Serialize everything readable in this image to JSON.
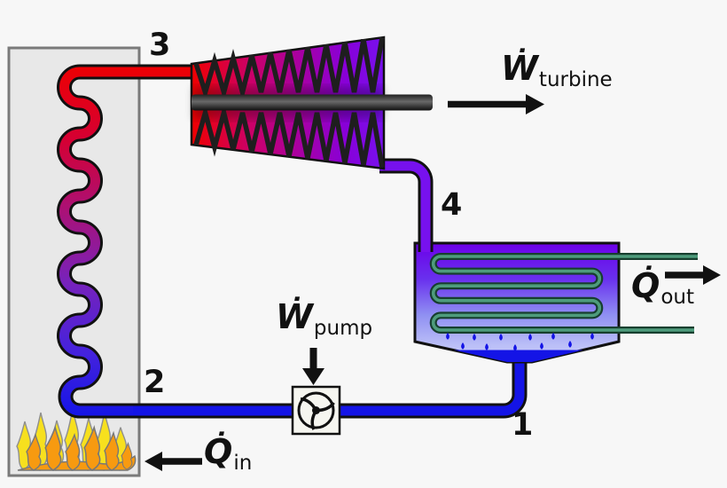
{
  "labels": {
    "w_turbine": {
      "symbol": "Ẇ",
      "subscript": "turbine"
    },
    "w_pump": {
      "symbol": "Ẇ",
      "subscript": "pump"
    },
    "q_in": {
      "symbol": "Q̇",
      "subscript": "in"
    },
    "q_out": {
      "symbol": "Q̇",
      "subscript": "out"
    }
  },
  "state_points": {
    "p1": "1",
    "p2": "2",
    "p3": "3",
    "p4": "4"
  },
  "colors": {
    "hot_steam": "#ee0000",
    "cold_water": "#1414e6",
    "exhaust_steam": "#7711ee",
    "coolant_dark": "#173f2f",
    "coolant_light": "#4e9c7c",
    "flame_yellow": "#f7e01e",
    "flame_orange": "#f79a10",
    "shaft_dark": "#1c1c1c",
    "background": "#f7f7f7"
  },
  "icons": {
    "pump": "impeller-fan-icon",
    "furnace": "flames-icon",
    "condensate": "droplets-icon"
  }
}
